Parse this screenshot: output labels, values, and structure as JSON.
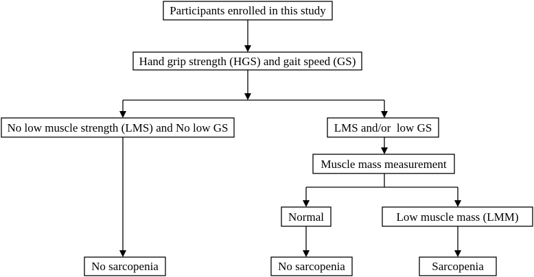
{
  "nodes": {
    "participants": "Participants enrolled in this study",
    "hgs_gs": "Hand grip strength (HGS) and gait speed (GS)",
    "no_lms": "No low muscle strength (LMS) and No low GS",
    "lms_low_gs": "LMS and/or  low GS",
    "muscle_mass": "Muscle mass measurement",
    "normal": "Normal",
    "low_muscle_mass": "Low muscle mass (LMM)",
    "no_sarcopenia_left": "No sarcopenia",
    "no_sarcopenia_mid": "No sarcopenia",
    "sarcopenia": "Sarcopenia"
  }
}
